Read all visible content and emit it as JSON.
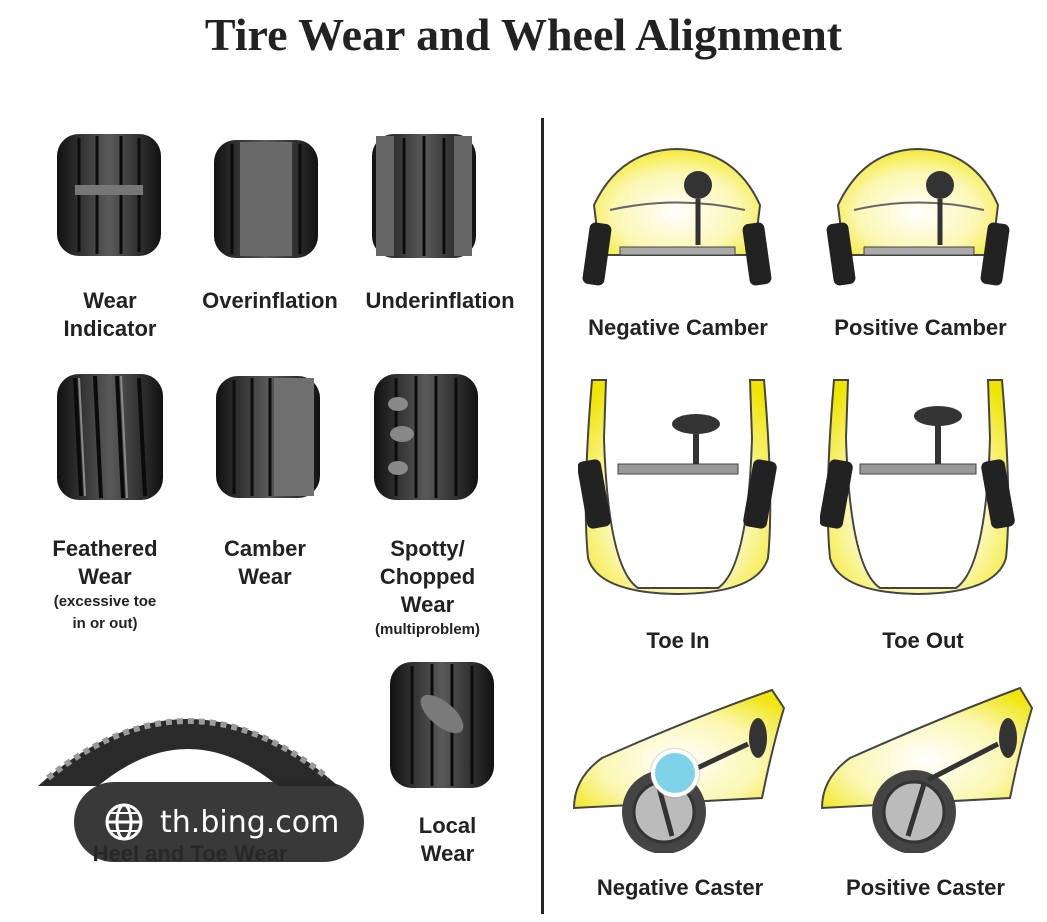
{
  "title": "Tire Wear and Wheel Alignment",
  "tire_wear": [
    {
      "label_lines": [
        "Wear",
        "Indicator"
      ],
      "note_lines": []
    },
    {
      "label_lines": [
        "Overinflation"
      ],
      "note_lines": []
    },
    {
      "label_lines": [
        "Underinflation"
      ],
      "note_lines": []
    },
    {
      "label_lines": [
        "Feathered",
        "Wear"
      ],
      "note_lines": [
        "(excessive toe",
        "in or out)"
      ]
    },
    {
      "label_lines": [
        "Camber",
        "Wear"
      ],
      "note_lines": []
    },
    {
      "label_lines": [
        "Spotty/",
        "Chopped",
        "Wear"
      ],
      "note_lines": [
        "(multiproblem)"
      ]
    },
    {
      "label_lines": [
        "Heel and Toe Wear"
      ],
      "note_lines": []
    },
    {
      "label_lines": [
        "Local",
        "Wear"
      ],
      "note_lines": []
    }
  ],
  "alignment": [
    {
      "label": "Negative Camber"
    },
    {
      "label": "Positive Camber"
    },
    {
      "label": "Toe In"
    },
    {
      "label": "Toe Out"
    },
    {
      "label": "Negative Caster"
    },
    {
      "label": "Positive Caster"
    }
  ],
  "overlay": {
    "source_text": "th.bing.com",
    "icon": "globe-icon"
  },
  "colors": {
    "car_yellow": "#f2ea1a",
    "tire_dark": "#2c2c2c",
    "text": "#222222"
  }
}
